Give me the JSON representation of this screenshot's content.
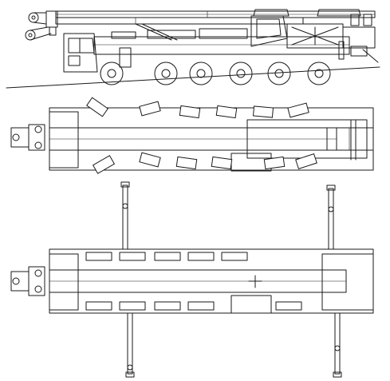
{
  "title": "",
  "views": [
    {
      "id": "side-elevation",
      "axles": 6
    },
    {
      "id": "top-view-travel",
      "wheels_per_side": 6
    },
    {
      "id": "top-view-outriggers-extended",
      "outriggers": 4
    }
  ],
  "colors": {
    "line": "#1a1a1a",
    "background": "#ffffff"
  }
}
